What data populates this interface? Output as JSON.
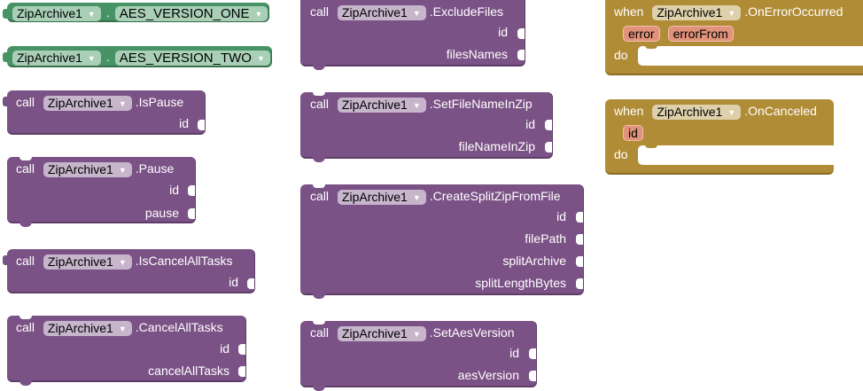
{
  "component": "ZipArchive1",
  "keywords": {
    "call": "call",
    "when": "when",
    "do": "do"
  },
  "property_blocks": [
    {
      "component": "ZipArchive1",
      "separator": ".",
      "value": "AES_VERSION_ONE"
    },
    {
      "component": "ZipArchive1",
      "separator": ".",
      "value": "AES_VERSION_TWO"
    }
  ],
  "method_blocks": [
    {
      "method": ".IsPause",
      "params": [
        "id"
      ]
    },
    {
      "method": ".Pause",
      "params": [
        "id",
        "pause"
      ]
    },
    {
      "method": ".IsCancelAllTasks",
      "params": [
        "id"
      ]
    },
    {
      "method": ".CancelAllTasks",
      "params": [
        "id",
        "cancelAllTasks"
      ]
    },
    {
      "method": ".ExcludeFiles",
      "params": [
        "id",
        "filesNames"
      ]
    },
    {
      "method": ".SetFileNameInZip",
      "params": [
        "id",
        "fileNameInZip"
      ]
    },
    {
      "method": ".CreateSplitZipFromFile",
      "params": [
        "id",
        "filePath",
        "splitArchive",
        "splitLengthBytes"
      ]
    },
    {
      "method": ".SetAesVersion",
      "params": [
        "id",
        "aesVersion"
      ]
    }
  ],
  "event_blocks": [
    {
      "event": ".OnErrorOccurred",
      "args": [
        "error",
        "errorFrom"
      ]
    },
    {
      "event": ".OnCanceled",
      "args": [
        "id"
      ]
    }
  ],
  "colors": {
    "method_block": "#7b5286",
    "property_block": "#489366",
    "event_block": "#b08c36",
    "event_arg": "#e0927a"
  }
}
